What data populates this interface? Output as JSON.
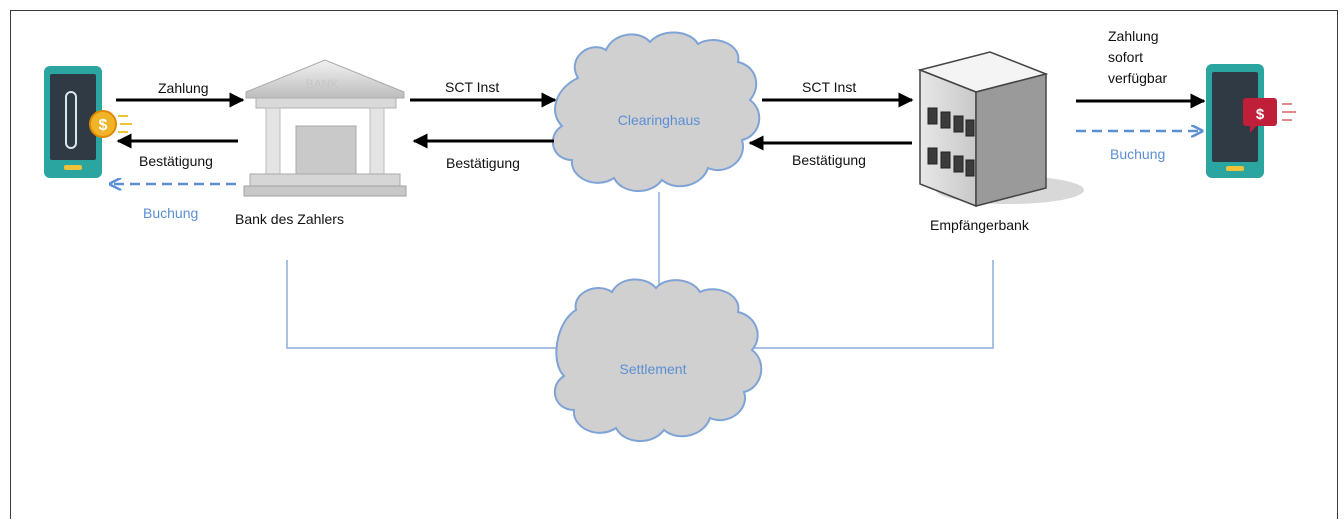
{
  "labels": {
    "zahlung_left": "Zahlung",
    "bestaetigung_left": "Bestätigung",
    "buchung_left": "Buchung",
    "bank_des_zahlers": "Bank des Zahlers",
    "bank_sign": "BANK",
    "sct_inst_left": "SCT Inst",
    "bestaetigung_mid_left": "Bestätigung",
    "clearinghaus": "Clearinghaus",
    "sct_inst_right": "SCT Inst",
    "bestaetigung_mid_right": "Bestätigung",
    "empfaengerbank": "Empfängerbank",
    "zahlung_sofort_verfuegbar": [
      "Zahlung",
      "sofort",
      "verfügbar"
    ],
    "buchung_right": "Buchung",
    "settlement": "Settlement"
  },
  "colors": {
    "arrow": "#000000",
    "blue": "#5b8fd4",
    "cloud_fill": "#d0d0d0",
    "cloud_stroke": "#7fa3d6"
  },
  "icons": {
    "payer_phone": "smartphone-coin-icon",
    "bank": "bank-building-icon",
    "payee_bank": "office-building-icon",
    "payee_phone": "smartphone-message-icon"
  }
}
